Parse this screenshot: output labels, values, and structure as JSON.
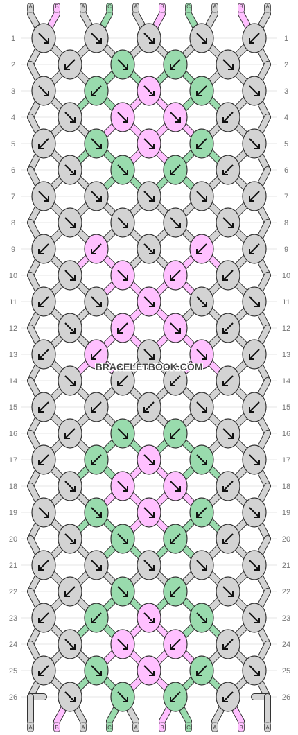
{
  "watermark": "BRACELETBOOK.COM",
  "strands": [
    "A",
    "B",
    "A",
    "C",
    "A",
    "B",
    "C",
    "A",
    "B",
    "A"
  ],
  "colors": {
    "A": "#d3d3d3",
    "B": "#ffc0ff",
    "C": "#99dbad",
    "outline": "#333333",
    "grid": "#e6e6e6"
  },
  "rows": [
    {
      "n": "1",
      "knots": [
        [
          "A",
          "fwd"
        ],
        [
          "A",
          "fwd"
        ],
        [
          "A",
          "fwd"
        ],
        [
          "A",
          "fwd"
        ],
        [
          "A",
          "back"
        ]
      ]
    },
    {
      "n": "2",
      "knots": [
        [
          "A",
          "back"
        ],
        [
          "C",
          "fwd"
        ],
        [
          "C",
          "back"
        ],
        [
          "A",
          "fwd"
        ]
      ]
    },
    {
      "n": "3",
      "knots": [
        [
          "A",
          "fwd"
        ],
        [
          "C",
          "back"
        ],
        [
          "B",
          "fwd"
        ],
        [
          "C",
          "back"
        ],
        [
          "A",
          "fwd"
        ]
      ]
    },
    {
      "n": "4",
      "knots": [
        [
          "A",
          "fwd"
        ],
        [
          "B",
          "fwd"
        ],
        [
          "B",
          "fwd"
        ],
        [
          "A",
          "back"
        ]
      ]
    },
    {
      "n": "5",
      "knots": [
        [
          "A",
          "back"
        ],
        [
          "C",
          "fwd"
        ],
        [
          "B",
          "fwd"
        ],
        [
          "C",
          "back"
        ],
        [
          "A",
          "fwd"
        ]
      ]
    },
    {
      "n": "6",
      "knots": [
        [
          "A",
          "fwd"
        ],
        [
          "C",
          "fwd"
        ],
        [
          "C",
          "back"
        ],
        [
          "A",
          "back"
        ]
      ]
    },
    {
      "n": "7",
      "knots": [
        [
          "A",
          "fwd"
        ],
        [
          "A",
          "fwd"
        ],
        [
          "A",
          "fwd"
        ],
        [
          "A",
          "fwd"
        ],
        [
          "A",
          "back"
        ]
      ]
    },
    {
      "n": "8",
      "knots": [
        [
          "A",
          "fwd"
        ],
        [
          "A",
          "fwd"
        ],
        [
          "A",
          "fwd"
        ],
        [
          "A",
          "fwd"
        ]
      ]
    },
    {
      "n": "9",
      "knots": [
        [
          "A",
          "back"
        ],
        [
          "B",
          "back"
        ],
        [
          "A",
          "fwd"
        ],
        [
          "B",
          "back"
        ],
        [
          "A",
          "back"
        ]
      ]
    },
    {
      "n": "10",
      "knots": [
        [
          "A",
          "fwd"
        ],
        [
          "B",
          "fwd"
        ],
        [
          "B",
          "back"
        ],
        [
          "A",
          "back"
        ]
      ]
    },
    {
      "n": "11",
      "knots": [
        [
          "A",
          "back"
        ],
        [
          "A",
          "fwd"
        ],
        [
          "B",
          "fwd"
        ],
        [
          "A",
          "fwd"
        ],
        [
          "A",
          "fwd"
        ]
      ]
    },
    {
      "n": "12",
      "knots": [
        [
          "A",
          "fwd"
        ],
        [
          "B",
          "back"
        ],
        [
          "B",
          "fwd"
        ],
        [
          "A",
          "back"
        ]
      ]
    },
    {
      "n": "13",
      "knots": [
        [
          "A",
          "back"
        ],
        [
          "B",
          "back"
        ],
        [
          "A",
          "fwd"
        ],
        [
          "B",
          "fwd"
        ],
        [
          "A",
          "back"
        ]
      ]
    },
    {
      "n": "14",
      "knots": [
        [
          "A",
          "fwd"
        ],
        [
          "A",
          "back"
        ],
        [
          "A",
          "back"
        ],
        [
          "A",
          "back"
        ]
      ]
    },
    {
      "n": "15",
      "knots": [
        [
          "A",
          "back"
        ],
        [
          "A",
          "back"
        ],
        [
          "A",
          "back"
        ],
        [
          "A",
          "fwd"
        ],
        [
          "A",
          "back"
        ]
      ]
    },
    {
      "n": "16",
      "knots": [
        [
          "A",
          "back"
        ],
        [
          "C",
          "fwd"
        ],
        [
          "C",
          "back"
        ],
        [
          "A",
          "fwd"
        ]
      ]
    },
    {
      "n": "17",
      "knots": [
        [
          "A",
          "back"
        ],
        [
          "C",
          "back"
        ],
        [
          "B",
          "fwd"
        ],
        [
          "C",
          "fwd"
        ],
        [
          "A",
          "fwd"
        ]
      ]
    },
    {
      "n": "18",
      "knots": [
        [
          "A",
          "fwd"
        ],
        [
          "B",
          "fwd"
        ],
        [
          "B",
          "fwd"
        ],
        [
          "A",
          "back"
        ]
      ]
    },
    {
      "n": "19",
      "knots": [
        [
          "A",
          "fwd"
        ],
        [
          "C",
          "fwd"
        ],
        [
          "B",
          "fwd"
        ],
        [
          "C",
          "back"
        ],
        [
          "A",
          "fwd"
        ]
      ]
    },
    {
      "n": "20",
      "knots": [
        [
          "A",
          "fwd"
        ],
        [
          "C",
          "fwd"
        ],
        [
          "C",
          "back"
        ],
        [
          "A",
          "back"
        ]
      ]
    },
    {
      "n": "21",
      "knots": [
        [
          "A",
          "back"
        ],
        [
          "A",
          "fwd"
        ],
        [
          "A",
          "fwd"
        ],
        [
          "A",
          "fwd"
        ],
        [
          "A",
          "fwd"
        ]
      ]
    },
    {
      "n": "22",
      "knots": [
        [
          "A",
          "back"
        ],
        [
          "C",
          "fwd"
        ],
        [
          "C",
          "back"
        ],
        [
          "A",
          "fwd"
        ]
      ]
    },
    {
      "n": "23",
      "knots": [
        [
          "A",
          "back"
        ],
        [
          "C",
          "back"
        ],
        [
          "B",
          "fwd"
        ],
        [
          "C",
          "fwd"
        ],
        [
          "A",
          "fwd"
        ]
      ]
    },
    {
      "n": "24",
      "knots": [
        [
          "A",
          "fwd"
        ],
        [
          "B",
          "fwd"
        ],
        [
          "B",
          "back"
        ],
        [
          "A",
          "back"
        ]
      ]
    },
    {
      "n": "25",
      "knots": [
        [
          "A",
          "back"
        ],
        [
          "C",
          "fwd"
        ],
        [
          "B",
          "fwd"
        ],
        [
          "C",
          "back"
        ],
        [
          "A",
          "fwd"
        ]
      ]
    },
    {
      "n": "26",
      "knots": [
        [
          "A",
          "fwd"
        ],
        [
          "C",
          "fwd"
        ],
        [
          "C",
          "back"
        ],
        [
          "A",
          "back"
        ]
      ]
    }
  ]
}
